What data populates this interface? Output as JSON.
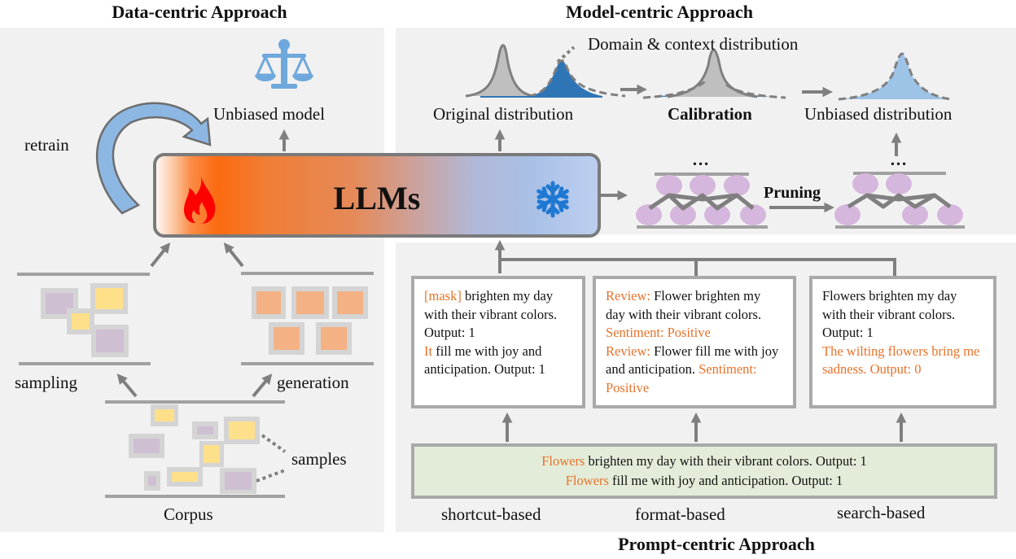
{
  "sections": {
    "data_centric": {
      "title": "Data-centric Approach",
      "unbiased_model_label": "Unbiased model",
      "retrain_label": "retrain",
      "sampling_label": "sampling",
      "generation_label": "generation",
      "samples_label": "samples",
      "corpus_label": "Corpus"
    },
    "model_centric": {
      "title": "Model-centric Approach",
      "domain_context_label": "Domain & context distribution",
      "original_distribution_label": "Original distribution",
      "calibration_label": "Calibration",
      "unbiased_distribution_label": "Unbiased distribution",
      "pruning_label": "Pruning",
      "ellipsis": "…"
    },
    "prompt_centric": {
      "title": "Prompt-centric Approach",
      "boxes": [
        {
          "method": "shortcut-based",
          "lines": [
            {
              "hl": "[mask]",
              "text": " brighten my day with their vibrant colors. Output: 1"
            },
            {
              "hl": "It",
              "text": " fill me with joy and anticipation. Output: 1"
            }
          ]
        },
        {
          "method": "format-based",
          "lines": [
            {
              "hl": "Review:",
              "text": " Flower brighten my day with their vibrant colors. ",
              "hl2": "Sentiment: Positive"
            },
            {
              "hl": "Review:",
              "text": " Flower fill me with joy and anticipation. ",
              "hl2": "Sentiment: Positive"
            }
          ]
        },
        {
          "method": "search-based",
          "lines": [
            {
              "text": "Flowers brighten my day with their vibrant colors. Output: 1"
            },
            {
              "hl": "The wilting flowers bring me sadness. Output: 0"
            }
          ]
        }
      ],
      "base_prompt": [
        {
          "hl": "Flowers",
          "text": " brighten my day with their vibrant colors. Output: 1"
        },
        {
          "hl": "Flowers",
          "text": " fill me with joy and anticipation. Output: 1"
        }
      ]
    }
  },
  "llm": {
    "label": "LLMs",
    "left_icon": "flame-icon",
    "right_icon": "snowflake-icon"
  },
  "icons": {
    "scale": "scale-icon"
  },
  "colors": {
    "panel_bg": "#f1f1f1",
    "arrow_gray": "#7f7f7f",
    "highlight_orange": "#e8722a",
    "flame_red": "#ff0000",
    "snowflake_blue": "#1f78d1",
    "scale_blue": "#6fa8dc",
    "neuron_purple": "#d5b6dc",
    "sample_yellow": "#ffe08a",
    "sample_purple": "#cfbfd3",
    "generated_orange": "#f4b183",
    "dist_dark_blue": "#2e75b6",
    "dist_light_blue": "#9dc3e6",
    "base_box_green": "#e3ecd8"
  }
}
